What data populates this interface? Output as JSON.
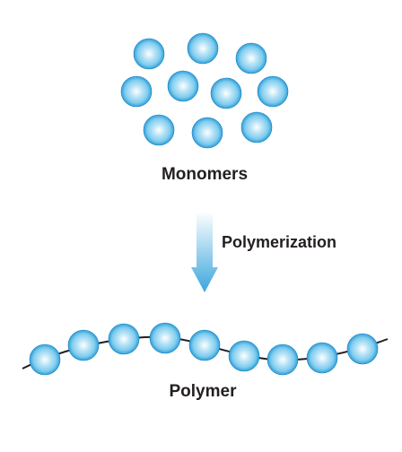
{
  "diagram": {
    "monomers_label": "Monomers",
    "process_label": "Polymerization",
    "polymer_label": "Polymer",
    "monomer_count": 10,
    "polymer_unit_count": 9
  },
  "colors": {
    "bead_highlight": "#ffffff",
    "bead_light": "#bfe6f8",
    "bead_mid": "#7fccee",
    "bead_edge": "#2f9fd8",
    "bead_rim": "#1c84c4",
    "arrow_top": "#ffffff",
    "arrow_bottom": "#3aa6dd",
    "chain": "#231f20",
    "text": "#231f20"
  },
  "icons": {
    "monomer": "sphere-icon",
    "arrow": "down-arrow-icon"
  }
}
